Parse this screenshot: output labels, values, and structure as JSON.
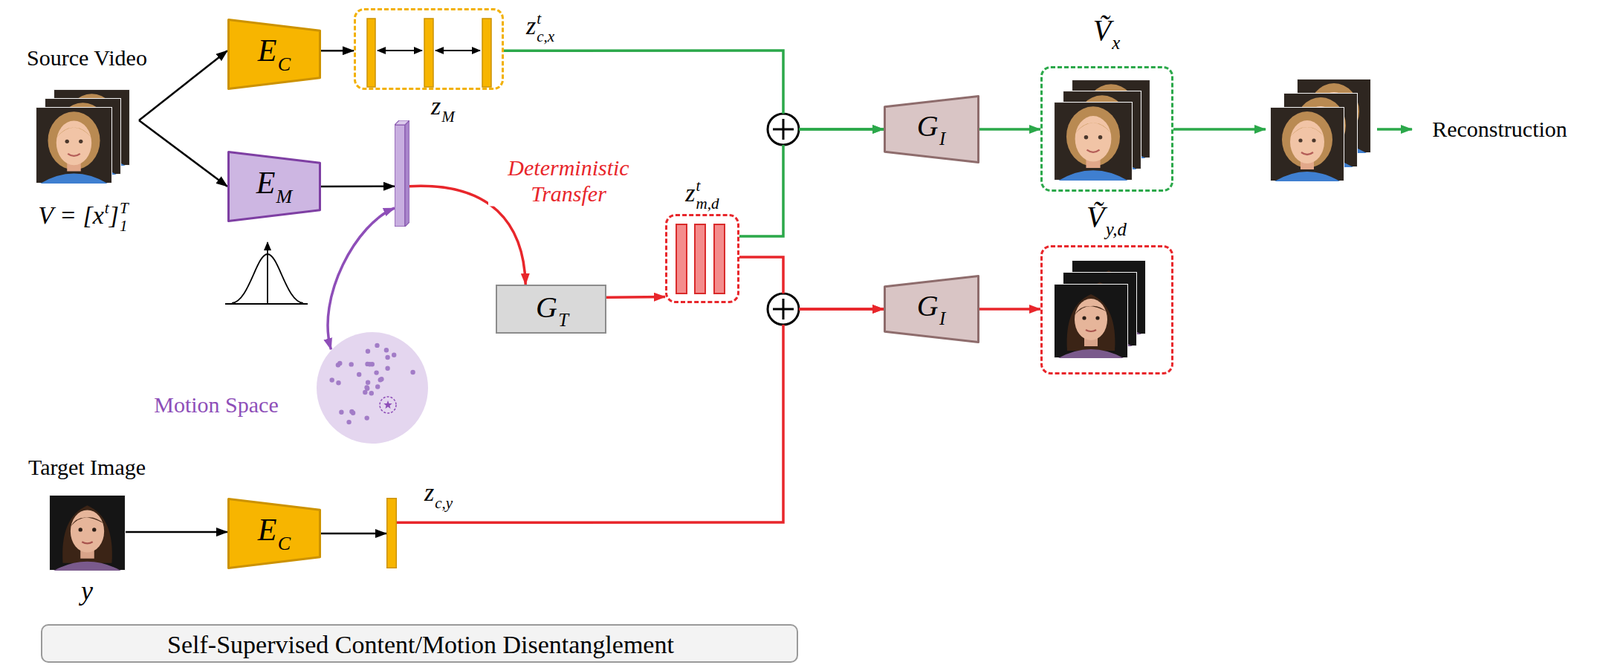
{
  "diagram": {
    "nodes": [
      {
        "text": [
          "Source Video",
          "V = [x",
          "t",
          "]",
          "T",
          "1"
        ]
      },
      {
        "text": [
          "E",
          "C"
        ]
      },
      {
        "text": [
          "z",
          "t",
          "c,x"
        ]
      },
      {
        "text": [
          "E",
          "M"
        ]
      },
      {
        "text": [
          "z",
          "M"
        ]
      },
      {
        "text": [
          "G",
          "T"
        ]
      },
      {
        "text": [
          "z",
          "t",
          "m,d"
        ]
      },
      {
        "text": [
          "Motion Space"
        ]
      },
      {
        "text": [
          "Target Image",
          "y"
        ]
      },
      {
        "text": [
          "E",
          "C"
        ]
      },
      {
        "text": [
          "z",
          "c,y"
        ]
      },
      {
        "text": [
          "G",
          "I"
        ]
      },
      {
        "text": [
          "Ṽ",
          "x"
        ]
      },
      {
        "text": [
          "G",
          "I"
        ]
      },
      {
        "text": [
          "Ṽ",
          "y,d"
        ]
      },
      {
        "text": [
          "Self-Supervised Content/Motion Disentanglement"
        ]
      }
    ],
    "edges": [
      {
        "from": 0,
        "to": 1,
        "arrow": "to"
      },
      {
        "from": 0,
        "to": 3,
        "arrow": "to"
      },
      {
        "from": 1,
        "to": 2,
        "arrow": "to"
      },
      {
        "from": 3,
        "to": 4,
        "arrow": "to"
      },
      {
        "from": 4,
        "to": 5,
        "label": "Deterministic Transfer",
        "arrow": "to"
      },
      {
        "from": 5,
        "to": 6,
        "arrow": "to"
      },
      {
        "from": 4,
        "to": 7,
        "arrow": "both"
      },
      {
        "from": 8,
        "to": 9,
        "arrow": "to"
      },
      {
        "from": 9,
        "to": 10,
        "arrow": "to"
      },
      {
        "from": 2,
        "to": 11,
        "arrow": "to"
      },
      {
        "from": 6,
        "to": 11,
        "arrow": "to"
      },
      {
        "from": 6,
        "to": 13,
        "arrow": "to"
      },
      {
        "from": 10,
        "to": 13,
        "arrow": "to"
      },
      {
        "from": 11,
        "to": 12,
        "arrow": "to"
      },
      {
        "from": 13,
        "to": 14,
        "arrow": "to"
      }
    ],
    "labels": [
      "Reconstruction"
    ]
  }
}
